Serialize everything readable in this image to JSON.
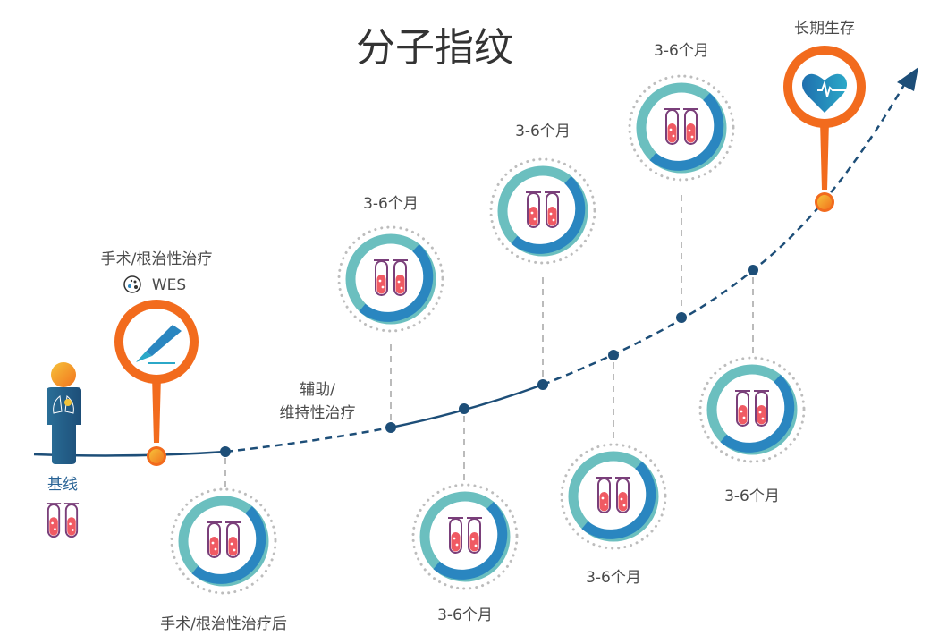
{
  "title": "分子指纹",
  "baseline": {
    "label": "基线"
  },
  "surgery": {
    "label": "手术/根治性治疗",
    "sub_label": "WES"
  },
  "adjuvant": {
    "line1": "辅助/",
    "line2": "维持性治疗"
  },
  "post_surgery": {
    "label": "手术/根治性治疗后"
  },
  "intervals": [
    "3-6个月",
    "3-6个月",
    "3-6个月",
    "3-6个月",
    "3-6个月",
    "3-6个月"
  ],
  "long_term": {
    "label": "长期生存"
  },
  "colors": {
    "orange": "#f26b1d",
    "navy": "#1d4e78",
    "teal": "#6bbfbf",
    "blue": "#2a86c0",
    "tube_red": "#f05a63"
  }
}
